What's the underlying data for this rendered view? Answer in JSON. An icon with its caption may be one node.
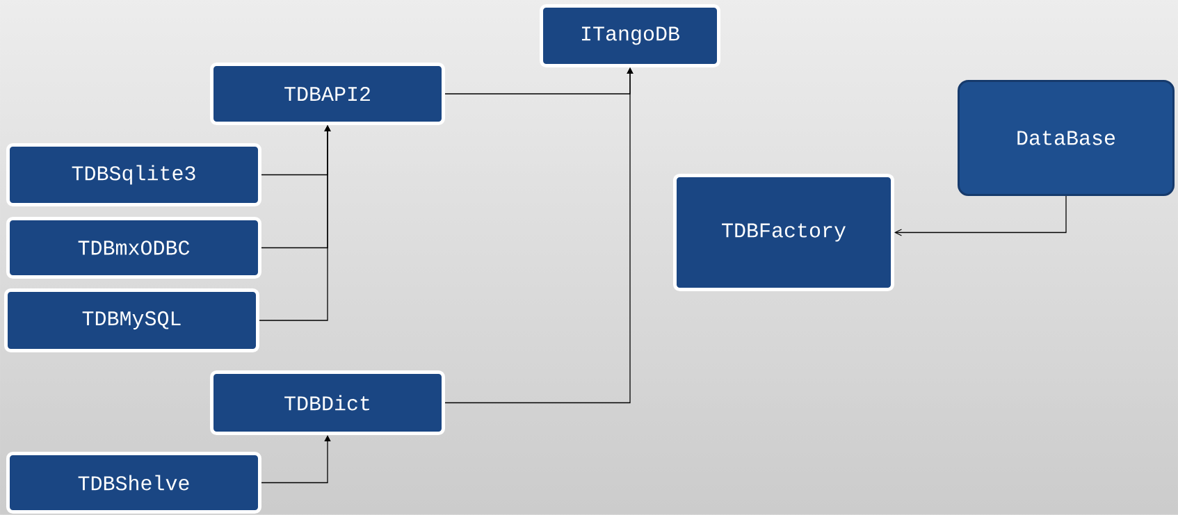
{
  "diagram": {
    "nodes": [
      {
        "text": [
          "ITangoDB"
        ]
      },
      {
        "text": [
          "TDBAPI2"
        ]
      },
      {
        "text": [
          "TDBSqlite3"
        ]
      },
      {
        "text": [
          "TDBmxODBC"
        ]
      },
      {
        "text": [
          "TDBMySQL"
        ]
      },
      {
        "text": [
          "TDBDict"
        ]
      },
      {
        "text": [
          "TDBShelve"
        ]
      },
      {
        "text": [
          "TDBFactory"
        ]
      },
      {
        "text": [
          "DataBase"
        ]
      }
    ],
    "edges": [
      {
        "from": 1,
        "to": 0,
        "arrow": "to"
      },
      {
        "from": 5,
        "to": 0,
        "arrow": "to"
      },
      {
        "from": 2,
        "to": 1,
        "arrow": "to"
      },
      {
        "from": 3,
        "to": 1,
        "arrow": "to"
      },
      {
        "from": 4,
        "to": 1,
        "arrow": "to"
      },
      {
        "from": 6,
        "to": 5,
        "arrow": "to"
      },
      {
        "from": 8,
        "to": 7,
        "arrow": "to"
      }
    ]
  }
}
